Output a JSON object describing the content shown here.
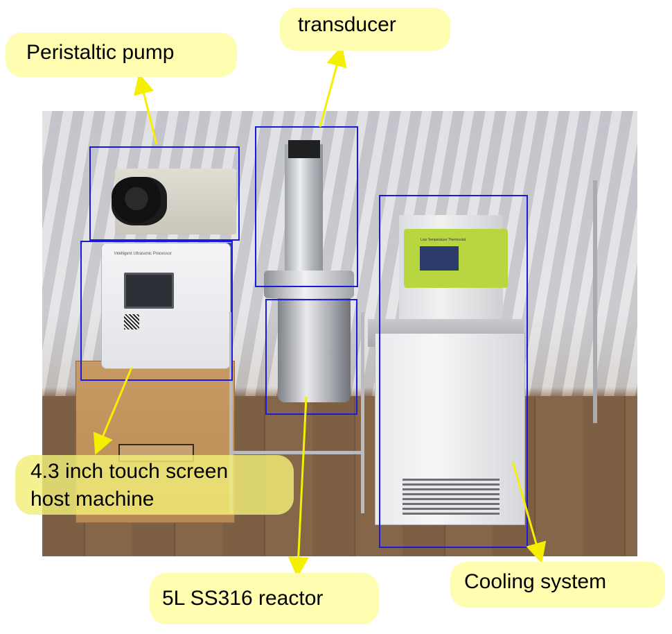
{
  "labels": {
    "transducer": "transducer",
    "peristaltic_pump": "Peristaltic pump",
    "host_machine_line1": "4.3 inch touch screen",
    "host_machine_line2": "host machine",
    "reactor": "5L SS316 reactor",
    "cooling_system": "Cooling system"
  },
  "colors": {
    "callout_fill": "#fefdb0",
    "arrow": "#f5f000",
    "box_outline": "#1a1adf"
  },
  "device_text": {
    "host_panel": "Intelligent Ultrasonic Processor",
    "cooler_panel": "Low Temperature Thermostat"
  }
}
